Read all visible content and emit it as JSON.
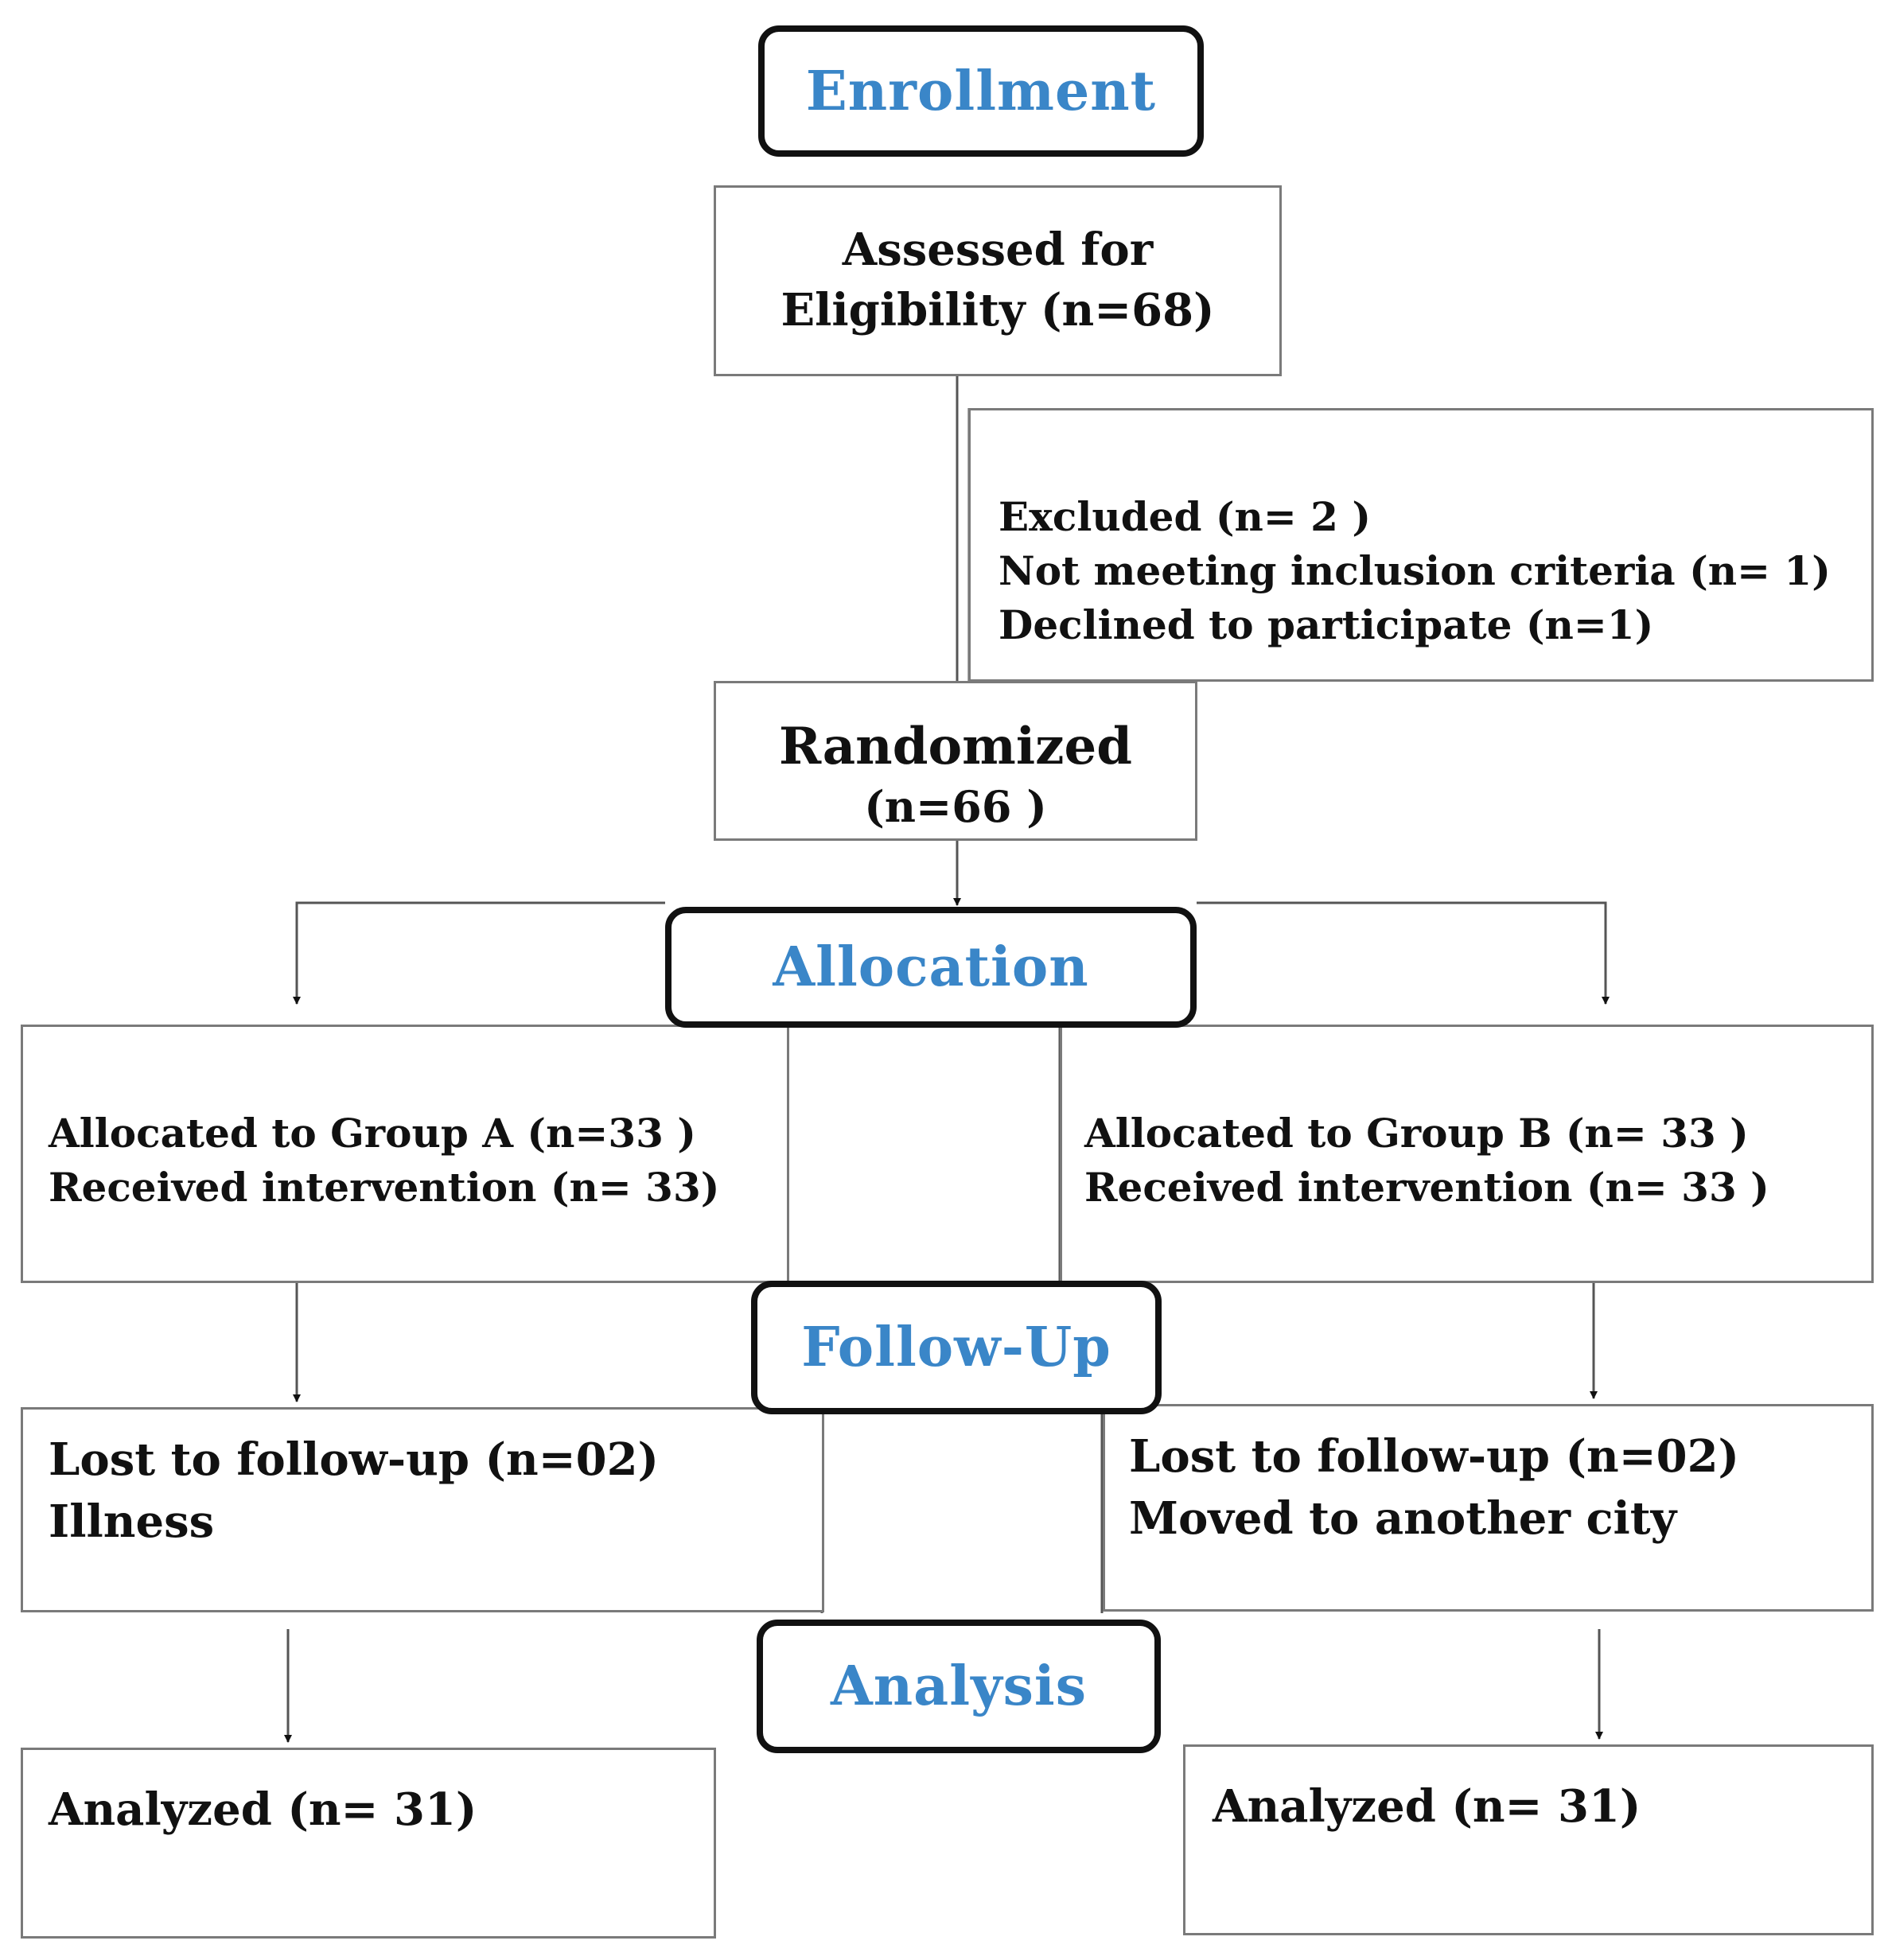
{
  "stages": {
    "enrollment": "Enrollment",
    "allocation": "Allocation",
    "follow_up": "Follow-Up",
    "analysis": "Analysis"
  },
  "assessed": {
    "line1": "Assessed for",
    "line2": "Eligibility (n=68)"
  },
  "excluded": {
    "line1": "Excluded  (n= 2 )",
    "line2": "Not meeting inclusion criteria (n= 1)",
    "line3": "Declined to participate (n=1)"
  },
  "randomized": {
    "line1": "Randomized",
    "line2": "(n=66 )"
  },
  "group_a": {
    "allocated": "Allocated to Group A (n=33 )",
    "received": "Received  intervention (n= 33)",
    "lost": "Lost to follow-up  (n=02)",
    "lost_reason": "Illness",
    "analyzed": "Analyzed (n= 31)"
  },
  "group_b": {
    "allocated": "Allocated to Group B (n= 33 )",
    "received": "Received intervention (n= 33 )",
    "lost": "Lost to follow-up (n=02)",
    "lost_reason": "Moved to another city",
    "analyzed": "Analyzed (n= 31)"
  },
  "colors": {
    "stage_text": "#3a86c8",
    "stage_border": "#111111",
    "box_border": "#7a7a7a",
    "text": "#111111"
  }
}
